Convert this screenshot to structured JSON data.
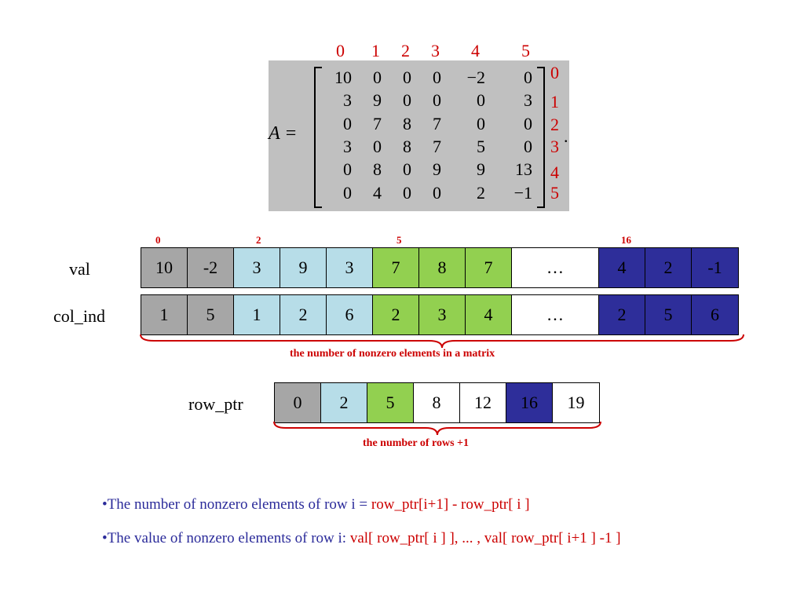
{
  "matrix": {
    "label": "A =",
    "trailing": ".",
    "col_indices": [
      "0",
      "1",
      "2",
      "3",
      "4",
      "5"
    ],
    "row_indices": [
      "0",
      "1",
      "2",
      "3",
      "4",
      "5"
    ],
    "rows": [
      [
        "10",
        "0",
        "0",
        "0",
        "−2",
        "0"
      ],
      [
        "3",
        "9",
        "0",
        "0",
        "0",
        "3"
      ],
      [
        "0",
        "7",
        "8",
        "7",
        "0",
        "0"
      ],
      [
        "3",
        "0",
        "8",
        "7",
        "5",
        "0"
      ],
      [
        "0",
        "8",
        "0",
        "9",
        "9",
        "13"
      ],
      [
        "0",
        "4",
        "0",
        "0",
        "2",
        "−1"
      ]
    ]
  },
  "pointers": [
    "0",
    "2",
    "5",
    "16"
  ],
  "val": {
    "label": "val",
    "cells": [
      {
        "v": "10",
        "c": "grey"
      },
      {
        "v": "-2",
        "c": "grey"
      },
      {
        "v": "3",
        "c": "light"
      },
      {
        "v": "9",
        "c": "light"
      },
      {
        "v": "3",
        "c": "light"
      },
      {
        "v": "7",
        "c": "green"
      },
      {
        "v": "8",
        "c": "green"
      },
      {
        "v": "7",
        "c": "green"
      },
      {
        "v": "…",
        "c": "white",
        "wide": true
      },
      {
        "v": "4",
        "c": "blue"
      },
      {
        "v": "2",
        "c": "blue"
      },
      {
        "v": "-1",
        "c": "blue"
      }
    ]
  },
  "col_ind": {
    "label": "col_ind",
    "cells": [
      {
        "v": "1",
        "c": "grey"
      },
      {
        "v": "5",
        "c": "grey"
      },
      {
        "v": "1",
        "c": "light"
      },
      {
        "v": "2",
        "c": "light"
      },
      {
        "v": "6",
        "c": "light"
      },
      {
        "v": "2",
        "c": "green"
      },
      {
        "v": "3",
        "c": "green"
      },
      {
        "v": "4",
        "c": "green"
      },
      {
        "v": "…",
        "c": "white",
        "wide": true
      },
      {
        "v": "2",
        "c": "blue"
      },
      {
        "v": "5",
        "c": "blue"
      },
      {
        "v": "6",
        "c": "blue"
      }
    ]
  },
  "nnz_caption": "the number of nonzero elements in a matrix",
  "row_ptr": {
    "label": "row_ptr",
    "cells": [
      {
        "v": "0",
        "c": "grey"
      },
      {
        "v": "2",
        "c": "light"
      },
      {
        "v": "5",
        "c": "green"
      },
      {
        "v": "8",
        "c": "white"
      },
      {
        "v": "12",
        "c": "white"
      },
      {
        "v": "16",
        "c": "blue"
      },
      {
        "v": "19",
        "c": "white"
      }
    ]
  },
  "rows_caption": "the number of rows +1",
  "bullets": [
    {
      "prefix": "•The number of nonzero elements of row i = ",
      "formula": " row_ptr[i+1] -  row_ptr[ i ]"
    },
    {
      "prefix": "•The value of nonzero elements  of row i: ",
      "formula": "val[ row_ptr[ i ] ],  ... ,   val[ row_ptr[ i+1 ] -1 ]"
    }
  ],
  "colors": {
    "grey": "#a6a6a6",
    "light": "#b7dde8",
    "green": "#92d050",
    "blue": "#2e2e9a",
    "accent": "#cc0000",
    "bullet_text": "#2b2b9a"
  }
}
